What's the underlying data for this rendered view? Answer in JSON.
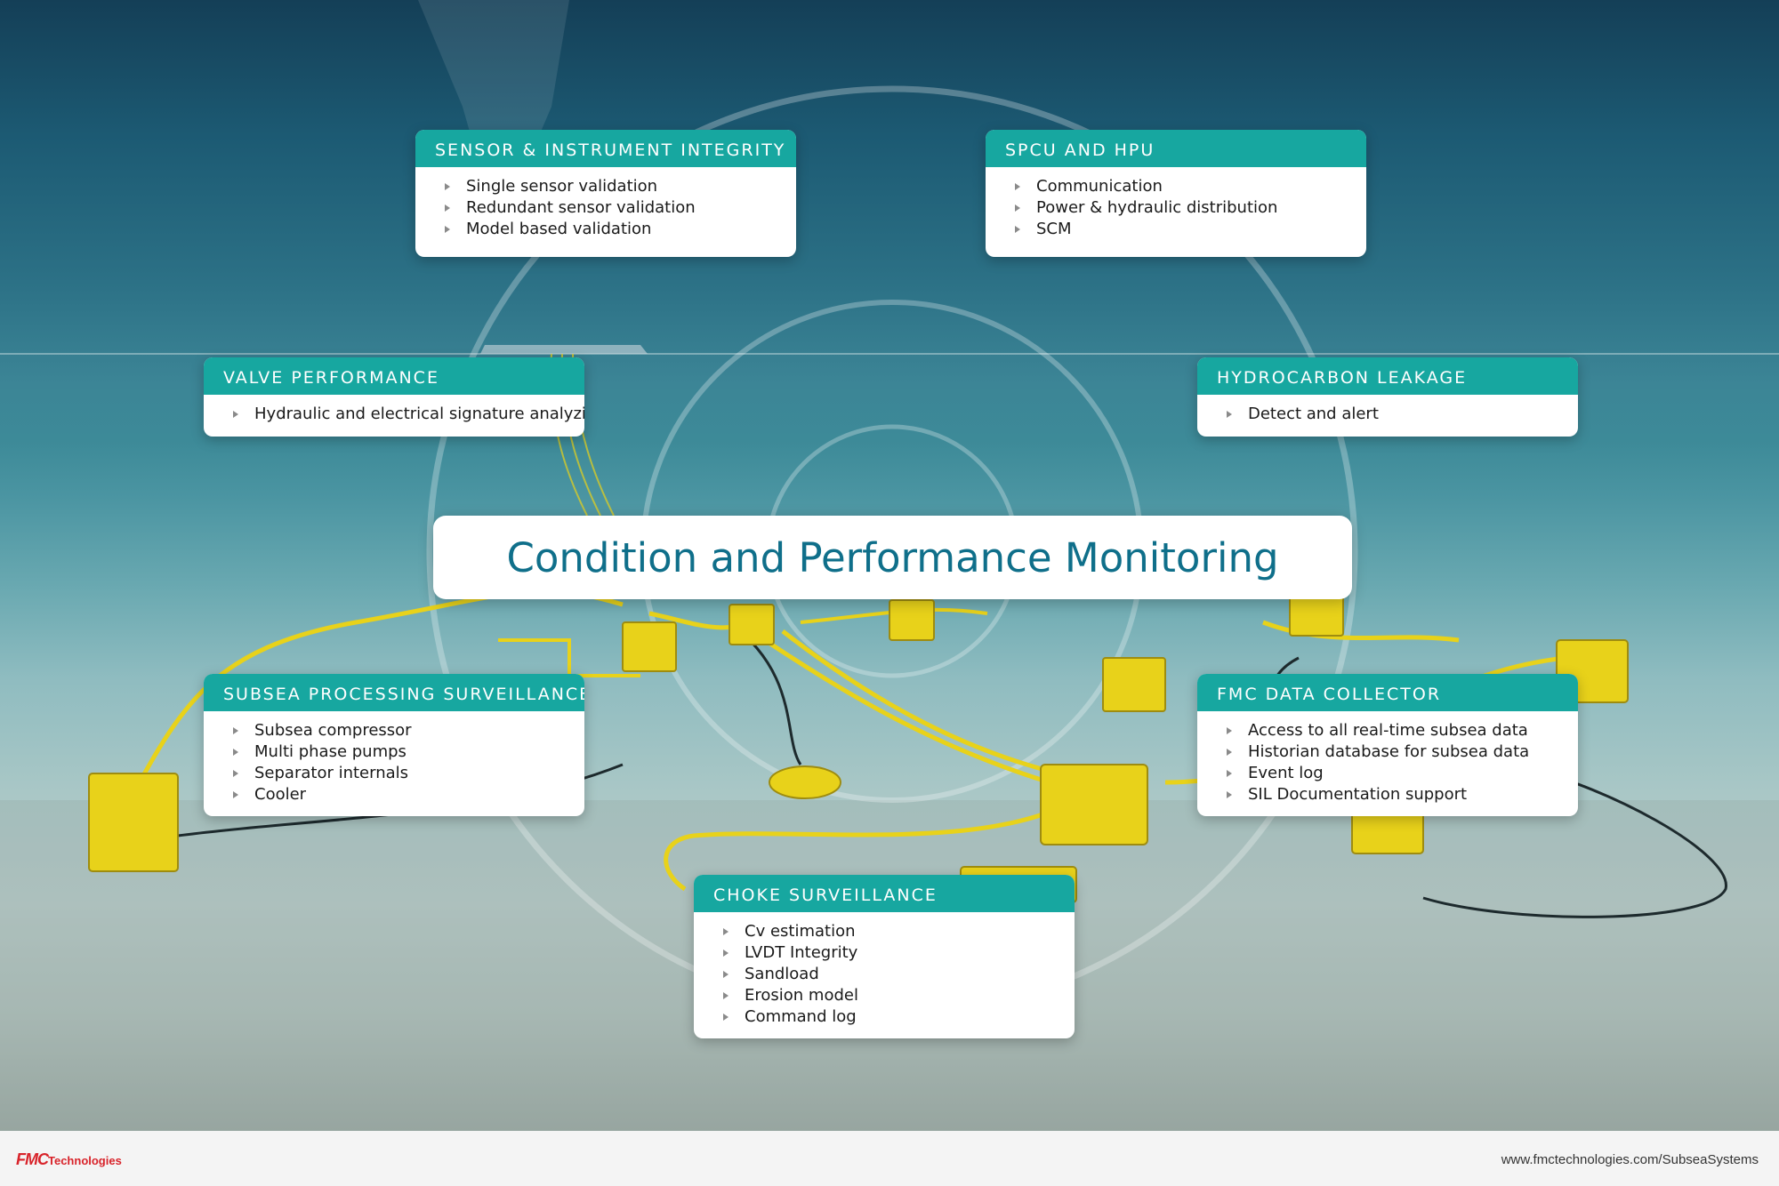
{
  "title": "Condition and Performance Monitoring",
  "cards": {
    "sensor": {
      "header": "Sensor & instrument integrity",
      "items": [
        "Single sensor validation",
        "Redundant sensor validation",
        "Model based validation"
      ]
    },
    "spcu": {
      "header": "SPCU and HPU",
      "items": [
        "Communication",
        "Power & hydraulic distribution",
        "SCM"
      ]
    },
    "valve": {
      "header": "Valve performance",
      "items": [
        "Hydraulic and electrical signature analyzis"
      ]
    },
    "leakage": {
      "header": "Hydrocarbon leakage",
      "items": [
        "Detect and alert"
      ]
    },
    "subsea": {
      "header": "Subsea processing surveillance",
      "items": [
        "Subsea compressor",
        "Multi phase pumps",
        "Separator internals",
        "Cooler"
      ]
    },
    "collector": {
      "header": "FMC Data Collector",
      "items": [
        "Access to all real-time subsea data",
        "Historian database for subsea data",
        "Event log",
        "SIL Documentation support"
      ]
    },
    "choke": {
      "header": "Choke surveillance",
      "items": [
        "Cv estimation",
        "LVDT Integrity",
        "Sandload",
        "Erosion model",
        "Command log"
      ]
    }
  },
  "footer": {
    "logo_fmc": "FMC",
    "logo_technologies": "Technologies",
    "url": "www.fmctechnologies.com/SubseaSystems"
  },
  "colors": {
    "accent": "#17a7a0",
    "title_text": "#0f6f8a",
    "brand_red": "#d8232a",
    "equipment_yellow": "#e8d21a"
  },
  "icons": {
    "bullet": "triangle-bullet-icon"
  }
}
